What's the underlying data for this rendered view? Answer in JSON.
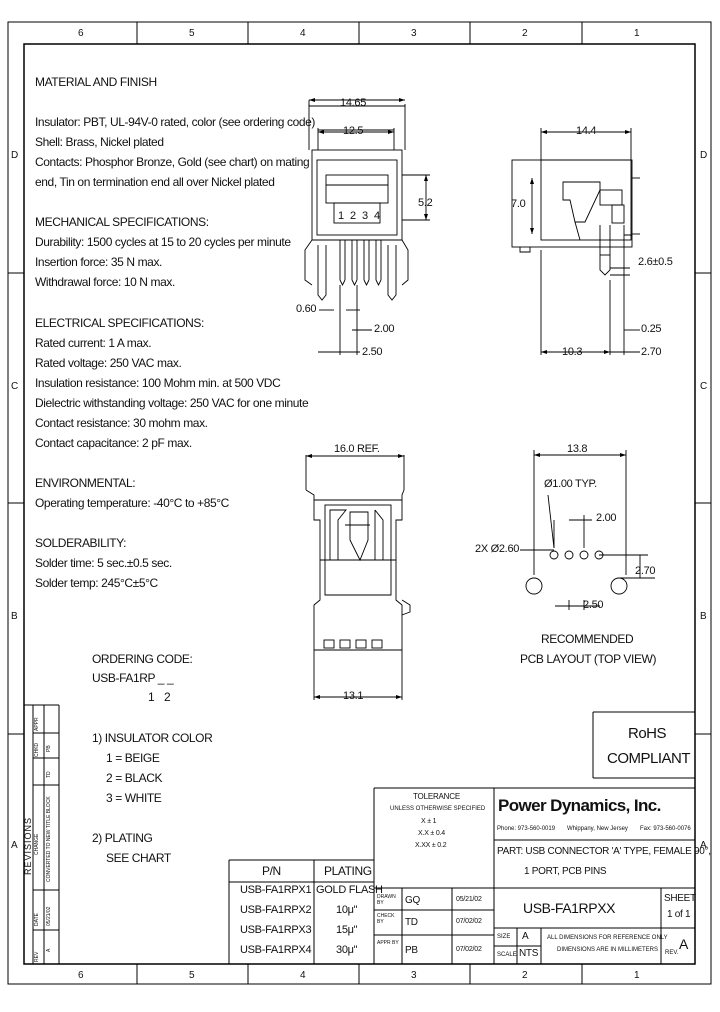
{
  "border": {
    "top_cols": [
      "6",
      "5",
      "4",
      "3",
      "2",
      "1"
    ],
    "bottom_cols": [
      "6",
      "5",
      "4",
      "3",
      "2",
      "1"
    ],
    "left_rows": [
      "D",
      "C",
      "B",
      "A"
    ],
    "right_rows": [
      "D",
      "C",
      "B",
      "A"
    ]
  },
  "spec": {
    "material_heading": "MATERIAL AND FINISH",
    "insulator": "Insulator: PBT, UL-94V-0 rated, color (see ordering code)",
    "shell": "Shell: Brass, Nickel plated",
    "contacts_1": "Contacts: Phosphor Bronze, Gold (see chart) on mating",
    "contacts_2": "end, Tin on termination end all over Nickel plated",
    "mechanical_heading": "MECHANICAL SPECIFICATIONS:",
    "durability": "Durability: 1500 cycles at 15 to 20 cycles per minute",
    "insertion": "Insertion force: 35 N max.",
    "withdrawal": "Withdrawal force: 10 N max.",
    "electrical_heading": "ELECTRICAL SPECIFICATIONS:",
    "rated_current": "Rated current: 1 A max.",
    "rated_voltage": "Rated voltage: 250 VAC max.",
    "insulation_resistance": "Insulation resistance: 100 Mohm min. at 500 VDC",
    "dielectric": "Dielectric withstanding voltage: 250 VAC for one minute",
    "contact_resistance": "Contact resistance: 30 mohm max.",
    "contact_capacitance": "Contact capacitance: 2 pF max.",
    "environmental_heading": "ENVIRONMENTAL:",
    "operating_temp": "Operating temperature: -40°C to +85°C",
    "solderability_heading": "SOLDERABILITY:",
    "solder_time": "Solder time: 5 sec.±0.5 sec.",
    "solder_temp": "Solder temp: 245°C±5°C"
  },
  "ordering": {
    "heading": "ORDERING CODE:",
    "code": "USB-FA1RP _ _",
    "pos1": "1",
    "pos2": "2",
    "insulator_heading": "1)  INSULATOR COLOR",
    "opt1": "1 = BEIGE",
    "opt2": "2 = BLACK",
    "opt3": "3 = WHITE",
    "plating_heading": "2)  PLATING",
    "plating_ref": "SEE CHART"
  },
  "plating_table": {
    "headers": [
      "P/N",
      "PLATING"
    ],
    "rows": [
      [
        "USB-FA1RPX1",
        "GOLD FLASH"
      ],
      [
        "USB-FA1RPX2",
        "10μ\""
      ],
      [
        "USB-FA1RPX3",
        "15μ\""
      ],
      [
        "USB-FA1RPX4",
        "30μ\""
      ]
    ]
  },
  "dimensions": {
    "d1465": "14.65",
    "d125": "12.5",
    "d52": "5.2",
    "d060": "0.60",
    "d200a": "2.00",
    "d250a": "2.50",
    "pin1": "1",
    "pin2": "2",
    "pin3": "3",
    "pin4": "4",
    "d144": "14.4",
    "d70": "7.0",
    "d26": "2.6±0.5",
    "d025": "0.25",
    "d103": "10.3",
    "d270a": "2.70",
    "d160": "16.0 REF.",
    "d131": "13.1",
    "d138": "13.8",
    "d100": "Ø1.00 TYP.",
    "d200b": "2.00",
    "d260": "2X Ø2.60",
    "d270b": "2.70",
    "d250b": "2.50",
    "pcb_caption_1": "RECOMMENDED",
    "pcb_caption_2": "PCB LAYOUT (TOP VIEW)"
  },
  "rohs": {
    "line1": "RoHS",
    "line2": "COMPLIANT"
  },
  "title_block": {
    "tolerance_heading": "TOLERANCE",
    "tolerance_sub": "UNLESS OTHERWISE SPECIFIED",
    "tol1": "X   ±   1",
    "tol2": "X.X   ±   0.4",
    "tol3": "X.XX   ±   0.2",
    "company": "Power Dynamics, Inc.",
    "phone": "Phone: 973-560-0019",
    "location": "Whippany, New Jersey",
    "fax": "Fax: 973-560-0076",
    "part_line1": "PART: USB CONNECTOR 'A' TYPE, FEMALE 90°,",
    "part_line2": "1 PORT, PCB PINS",
    "drawn_label": "DRAWN BY",
    "drawn_by": "GQ",
    "drawn_date": "05/21/02",
    "check_label": "CHECK BY",
    "check_by": "TD",
    "check_date": "07/02/02",
    "appr_label": "APPR BY",
    "appr_by": "PB",
    "appr_date": "07/02/02",
    "part_number": "USB-FA1RPXX",
    "sheet_label": "SHEET",
    "sheet_value": "1 of 1",
    "size_label": "SIZE",
    "size_value": "A",
    "scale_label": "SCALE",
    "scale_value": "NTS",
    "note1": "ALL DIMENSIONS FOR REFERENCE ONLY",
    "note2": "DIMENSIONS ARE IN MILLIMETERS",
    "rev_label": "REV.",
    "rev_value": "A"
  },
  "revisions": {
    "title": "REVISIONS",
    "col_rev": "REV",
    "col_date": "DATE",
    "col_change": "CHANGE",
    "col_chkd": "CHKD",
    "col_appr": "APPR",
    "rev": "A",
    "date": "05/21/02",
    "change": "CONVERTED TO NEW TITLE BLOCK",
    "chkd": "TD",
    "appr": "PB"
  }
}
